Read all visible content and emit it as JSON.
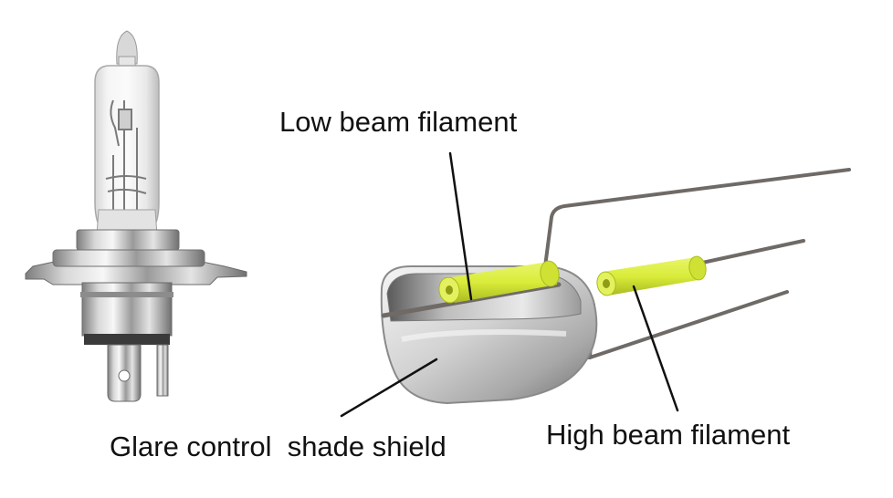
{
  "labels": {
    "low_beam": "Low beam filament",
    "glare_shield": "Glare control  shade shield",
    "high_beam": "High beam filament"
  },
  "colors": {
    "filament": "#d9ec3a",
    "filament_shadow": "#a9bb20",
    "wire": "#6f6a66",
    "shield": "#c9c9c9",
    "leader_line": "#111111"
  },
  "icons": {
    "bulb": "h4-halogen-bulb",
    "shield": "shade-shield-cup"
  }
}
